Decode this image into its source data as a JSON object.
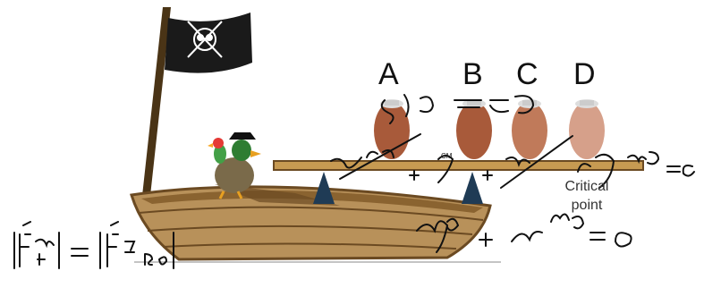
{
  "labels": {
    "brick_a": "A",
    "brick_b": "B",
    "brick_c": "C",
    "brick_d": "D",
    "cm": "CM",
    "critical_point_line1": "Critical",
    "critical_point_line2": "point"
  },
  "colors": {
    "hull": "#b8915a",
    "hull_dark": "#6b4a22",
    "plank": "#c79a52",
    "support": "#1f3b55",
    "flag": "#1a1a1a",
    "brick": "#b06a4a",
    "ink": "#111111"
  },
  "icons": [
    "pirate-flag-icon",
    "skull-crossbones-icon",
    "duck-pirate-icon",
    "parrot-icon",
    "brick-character-icon"
  ]
}
